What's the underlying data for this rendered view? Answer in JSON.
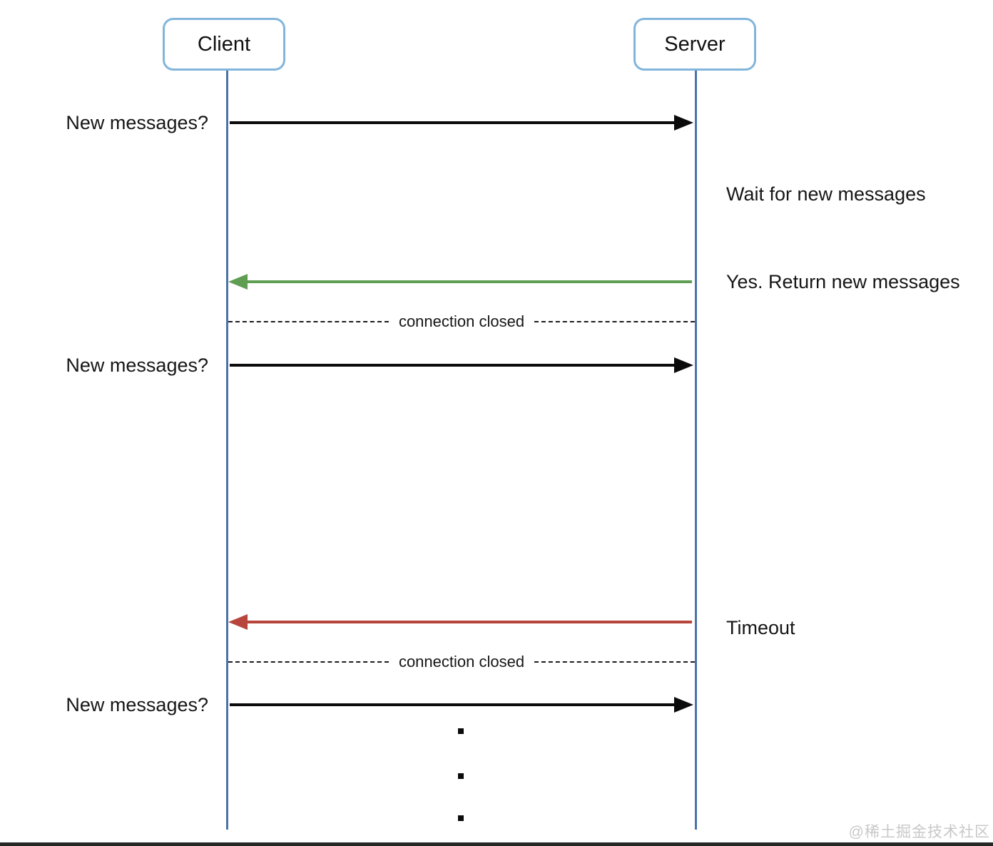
{
  "diagram": {
    "type": "sequence-diagram",
    "actors": [
      {
        "label": "Client"
      },
      {
        "label": "Server"
      }
    ],
    "events": [
      {
        "kind": "message",
        "from": "Client",
        "to": "Server",
        "direction": "right",
        "label": "New messages?",
        "color": "#0b0b0b",
        "style": "solid"
      },
      {
        "kind": "note",
        "side": "right",
        "label": "Wait for new messages"
      },
      {
        "kind": "message",
        "from": "Server",
        "to": "Client",
        "direction": "left",
        "label": "Yes. Return new messages",
        "color": "#5f9e52",
        "style": "solid"
      },
      {
        "kind": "divider",
        "label": "connection closed",
        "style": "dashed"
      },
      {
        "kind": "message",
        "from": "Client",
        "to": "Server",
        "direction": "right",
        "label": "New messages?",
        "color": "#0b0b0b",
        "style": "solid"
      },
      {
        "kind": "message",
        "from": "Server",
        "to": "Client",
        "direction": "left",
        "label": "Timeout",
        "color": "#b7453c",
        "style": "solid"
      },
      {
        "kind": "divider",
        "label": "connection closed",
        "style": "dashed"
      },
      {
        "kind": "message",
        "from": "Client",
        "to": "Server",
        "direction": "right",
        "label": "New messages?",
        "color": "#0b0b0b",
        "style": "solid"
      },
      {
        "kind": "ellipsis",
        "dots": 3
      }
    ],
    "colors": {
      "actor_border": "#82b5dc",
      "lifeline": "#4b73aa",
      "request_arrow": "#0b0b0b",
      "success_arrow": "#5f9e52",
      "timeout_arrow": "#b7453c",
      "divider_line": "#1c1c1c",
      "watermark_text": "#c8c8c8"
    },
    "watermark": "@稀土掘金技术社区"
  }
}
